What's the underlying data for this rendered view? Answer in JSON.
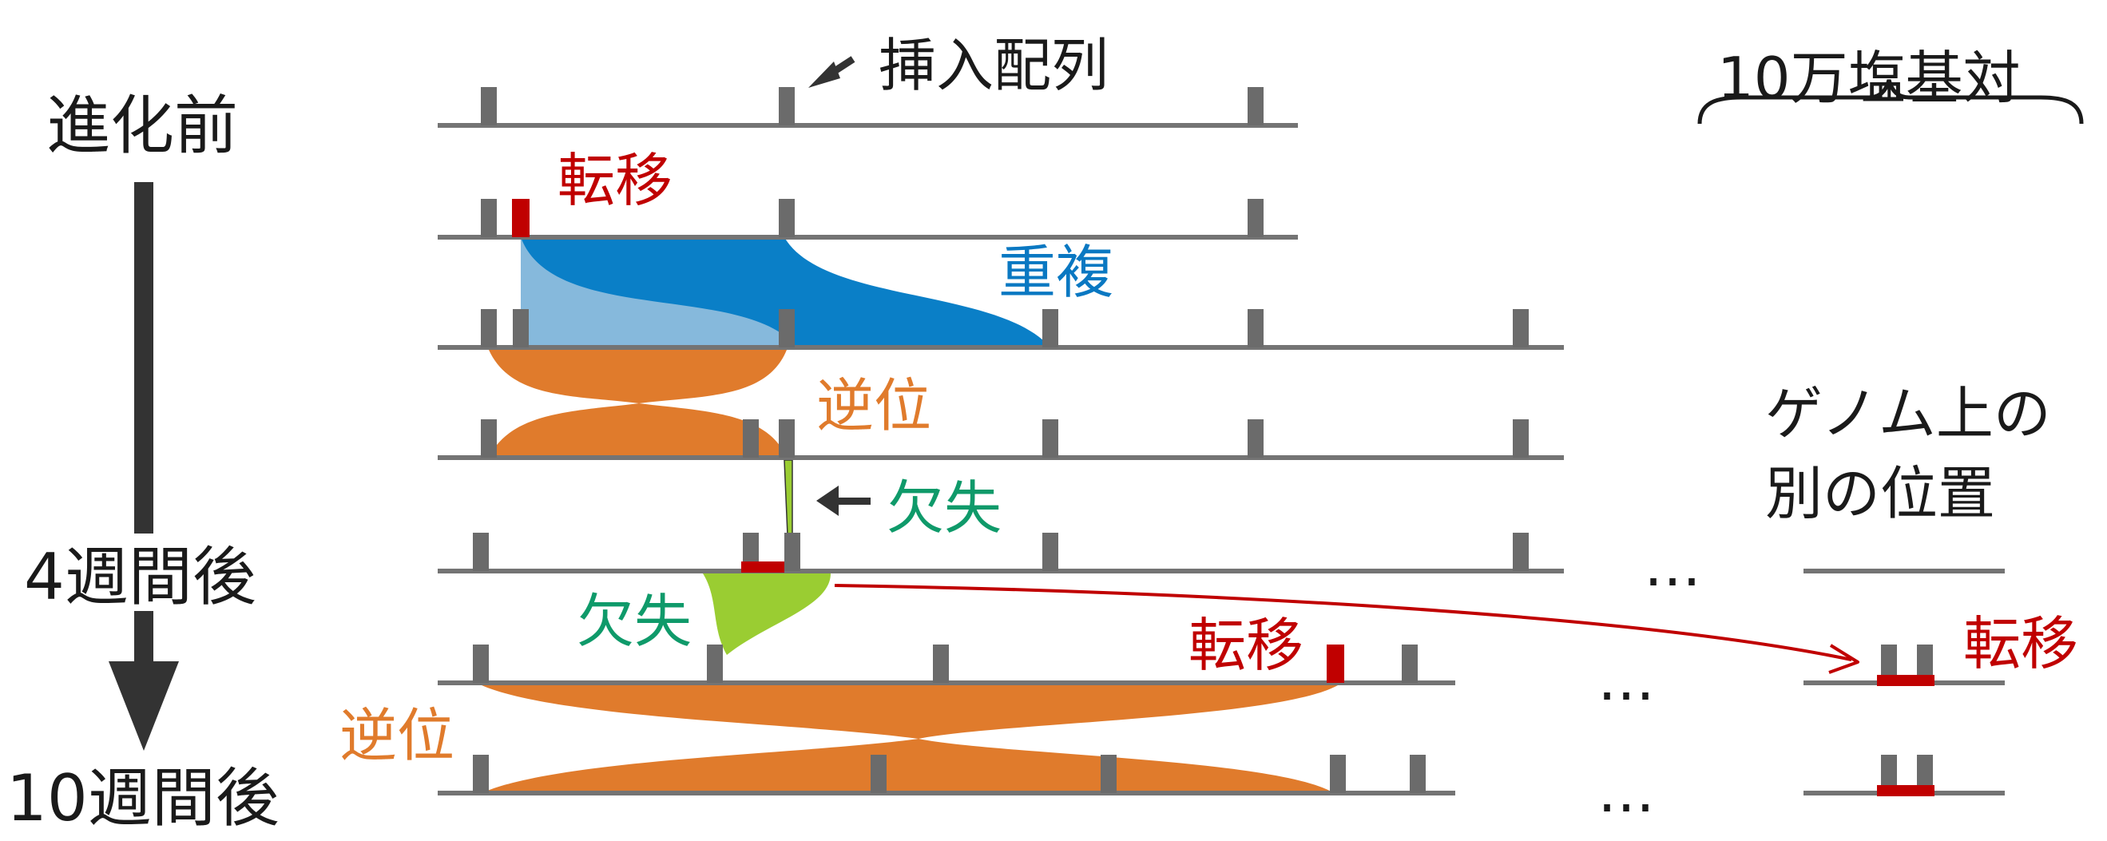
{
  "colors": {
    "line": "#747474",
    "marker": "#6b6b6b",
    "red": "#c00000",
    "blue_dark": "#0a7fc7",
    "blue_light": "#86b9dc",
    "orange": "#e07b2c",
    "green": "#9acd32",
    "arrow": "#333333"
  },
  "timeline": {
    "before": "進化前",
    "week4": "4週間後",
    "week10": "10週間後"
  },
  "labels": {
    "insertion_sequence": "挿入配列",
    "scale": "10万塩基対",
    "transposition_1": "転移",
    "duplication": "重複",
    "inversion_1": "逆位",
    "deletion_1": "欠失",
    "deletion_2": "欠失",
    "transposition_2": "転移",
    "inversion_2": "逆位",
    "other_location_line1": "ゲノム上の",
    "other_location_line2": "別の位置",
    "transposition_3": "転移",
    "ellipsis": "…"
  },
  "icons": {
    "pointer_insertion": "arrow-pointer-icon",
    "pointer_deletion": "arrow-pointer-icon",
    "timeline_arrow": "down-arrow-icon",
    "scale_brace": "brace-icon"
  }
}
